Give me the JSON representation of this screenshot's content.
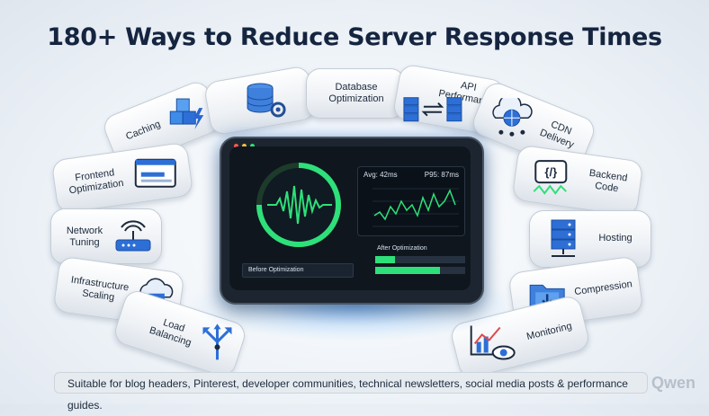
{
  "title": "180+ Ways to Reduce Server Response Times",
  "tiles": {
    "caching": "Caching",
    "database": "Database Optimization",
    "api": "API Performance",
    "cdn": "CDN Delivery",
    "frontend": "Frontend Optimization",
    "backend": "Backend Code",
    "network": "Network Tuning",
    "hosting": "Hosting",
    "infrastructure": "Infrastructure Scaling",
    "compression": "Compression",
    "load_balancing": "Load Balancing",
    "monitoring": "Monitoring"
  },
  "dashboard": {
    "avg": "Avg: 42ms",
    "p95": "P95: 87ms",
    "before_label": "Before Optimization",
    "after_label": "After Optimization"
  },
  "caption": "Suitable for blog headers, Pinterest, developer communities, technical newsletters, social media posts & performance guides.",
  "watermark": "Qwen",
  "colors": {
    "accent_green": "#2ee07a",
    "tile_blue": "#2d6fd6",
    "title": "#152540"
  }
}
